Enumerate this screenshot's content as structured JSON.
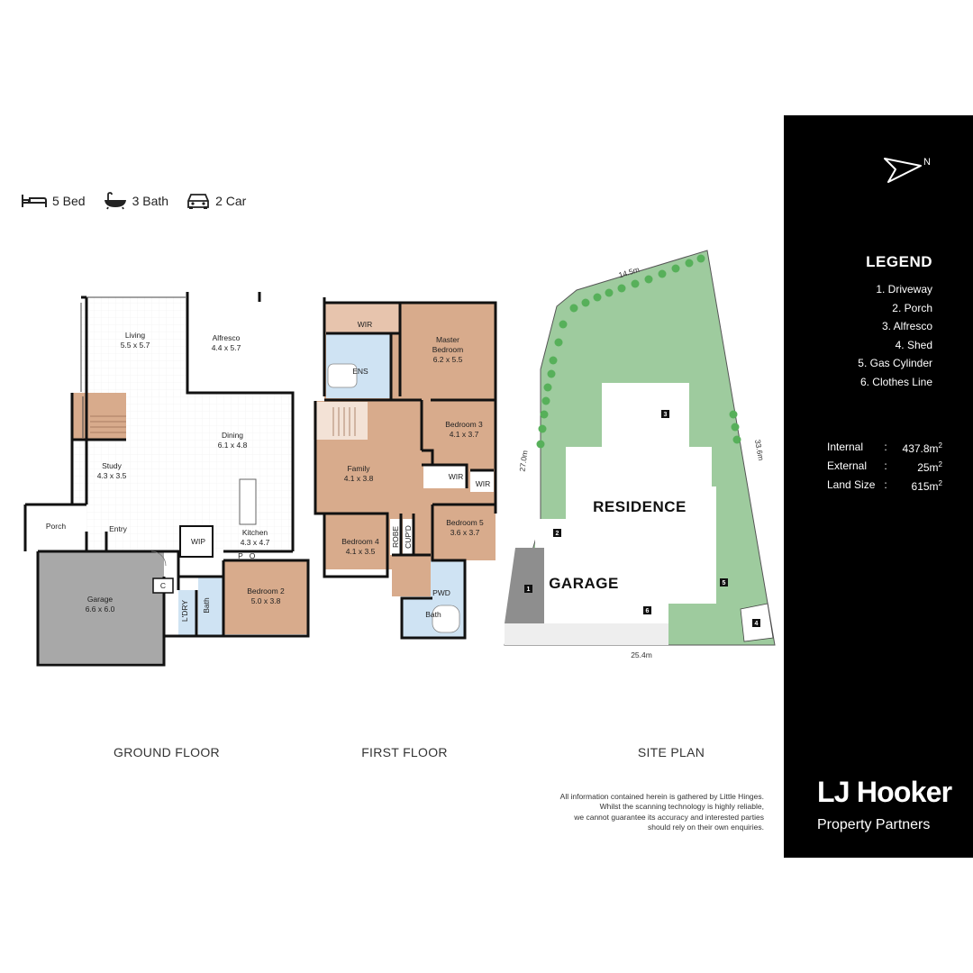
{
  "features": {
    "bed": {
      "icon": "bed-icon",
      "label": "5 Bed"
    },
    "bath": {
      "icon": "bathtub-icon",
      "label": "3 Bath"
    },
    "car": {
      "icon": "car-icon",
      "label": "2 Car"
    }
  },
  "ground_floor": {
    "title": "GROUND FLOOR",
    "rooms": {
      "living": {
        "name": "Living",
        "size": "5.5 x 5.7"
      },
      "alfresco": {
        "name": "Alfresco",
        "size": "4.4 x 5.7"
      },
      "dining": {
        "name": "Dining",
        "size": "6.1 x 4.8"
      },
      "study": {
        "name": "Study",
        "size": "4.3 x 3.5"
      },
      "porch": {
        "name": "Porch"
      },
      "entry": {
        "name": "Entry"
      },
      "wip": {
        "name": "WIP"
      },
      "kitchen": {
        "name": "Kitchen",
        "size": "4.3 x 4.7"
      },
      "p": {
        "name": "P"
      },
      "o": {
        "name": "O"
      },
      "c": {
        "name": "C"
      },
      "garage": {
        "name": "Garage",
        "size": "6.6 x 6.0"
      },
      "laundry": {
        "name": "L'DRY"
      },
      "bath": {
        "name": "Bath"
      },
      "bedroom2": {
        "name": "Bedroom 2",
        "size": "5.0 x 3.8"
      }
    }
  },
  "first_floor": {
    "title": "FIRST FLOOR",
    "rooms": {
      "wir": {
        "name": "WIR"
      },
      "master": {
        "name": "Master",
        "name2": "Bedroom",
        "size": "6.2 x 5.5"
      },
      "ens": {
        "name": "ENS"
      },
      "bedroom3": {
        "name": "Bedroom 3",
        "size": "4.1 x 3.7"
      },
      "family": {
        "name": "Family",
        "size": "4.1 x 3.8"
      },
      "wir2": {
        "name": "WIR"
      },
      "wir3": {
        "name": "WIR"
      },
      "bedroom5": {
        "name": "Bedroom 5",
        "size": "3.6 x 3.7"
      },
      "bedroom4": {
        "name": "Bedroom 4",
        "size": "4.1 x 3.5"
      },
      "robe": {
        "name": "ROBE"
      },
      "cupd": {
        "name": "CUP'D"
      },
      "pwd": {
        "name": "PWD"
      },
      "bath": {
        "name": "Bath"
      }
    }
  },
  "site_plan": {
    "title": "SITE PLAN",
    "residence": "RESIDENCE",
    "garage": "GARAGE",
    "dims": {
      "top": "14.5m",
      "left": "27.0m",
      "right": "33.6m",
      "bottom": "25.4m"
    },
    "markers": [
      "1",
      "2",
      "3",
      "4",
      "5",
      "6"
    ]
  },
  "disclaimer": [
    "All information contained herein is gathered by Little Hinges.",
    "Whilst the scanning technology is highly reliable,",
    "we cannot guarantee its accuracy and interested parties",
    "should rely on their own enquiries."
  ],
  "panel": {
    "north": "N",
    "legend_title": "LEGEND",
    "legend": [
      "1. Driveway",
      "2. Porch",
      "3. Alfresco",
      "4. Shed",
      "5. Gas Cylinder",
      "6. Clothes Line"
    ],
    "areas": [
      {
        "label": "Internal",
        "value": "437.8m",
        "sup": "2"
      },
      {
        "label": "External",
        "value": "25m",
        "sup": "2"
      },
      {
        "label": "Land Size",
        "value": "615m",
        "sup": "2"
      }
    ],
    "brand": "LJ Hooker",
    "brand_sub": "Property Partners"
  },
  "colors": {
    "timber": "#d8ab8c",
    "tile": "#ffffff",
    "garage": "#a8a8a8",
    "wet": "#cfe3f3",
    "lawn": "#9ecb9e",
    "tree": "#57b05a",
    "panel": "#000000"
  }
}
